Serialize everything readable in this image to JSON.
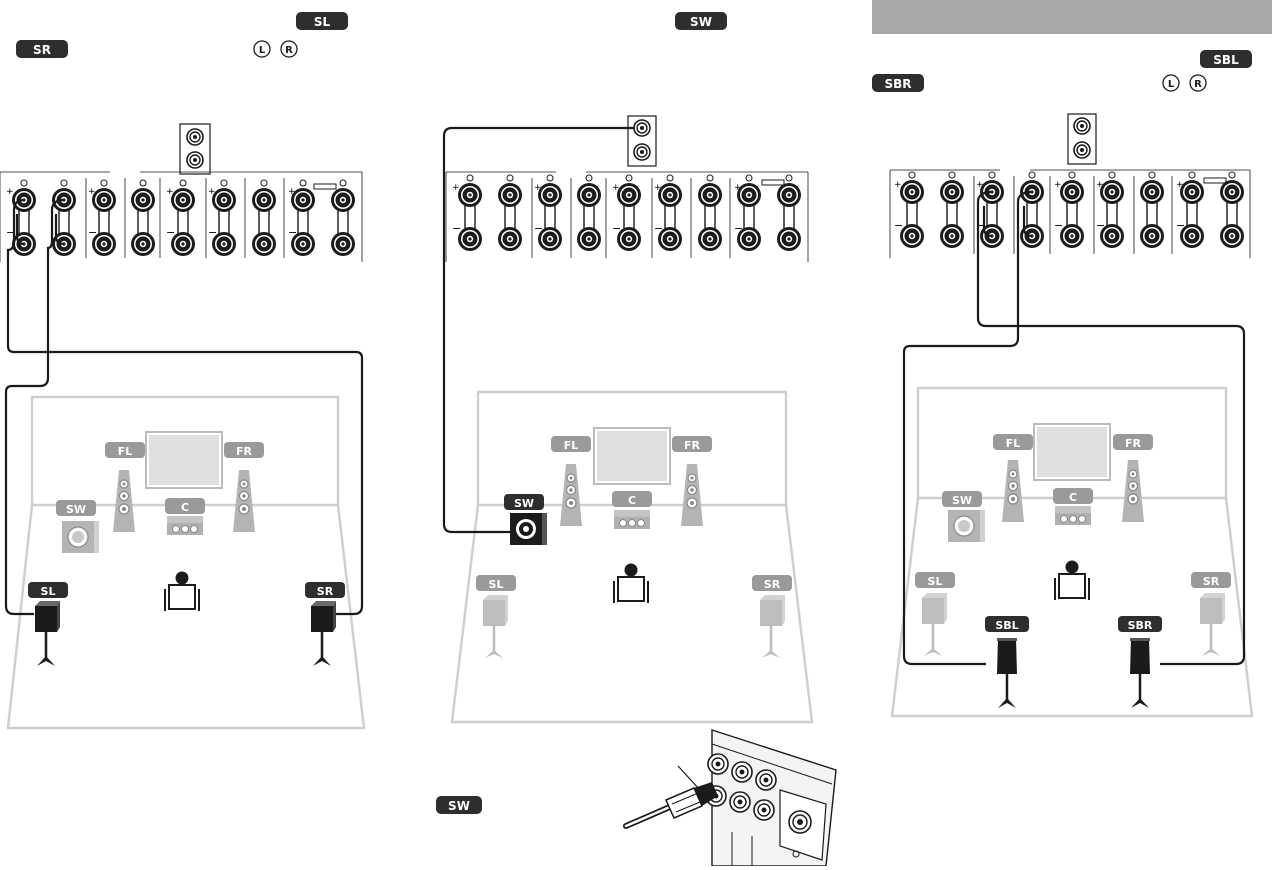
{
  "colors": {
    "badge_dark": "#2e2e2e",
    "badge_gray": "#9a9a9a",
    "room_outline": "#cfcfcf",
    "header_bar": "#a7a7a7",
    "terminal": "#1b1b1b",
    "line": "#1a1a1a"
  },
  "panels": [
    {
      "id": "panel-1",
      "top_badges": [
        "SL",
        "SR"
      ],
      "channel_marks": [
        "L",
        "R"
      ],
      "room_labels": {
        "fl": "FL",
        "fr": "FR",
        "c": "C",
        "sw": "SW",
        "sl": "SL",
        "sr": "SR"
      },
      "active_speakers": [
        "SL",
        "SR"
      ]
    },
    {
      "id": "panel-2",
      "top_badges": [
        "SW"
      ],
      "room_labels": {
        "fl": "FL",
        "fr": "FR",
        "c": "C",
        "sw": "SW",
        "sl": "SL",
        "sr": "SR"
      },
      "active_speakers": [
        "SW"
      ],
      "inset_badge": "SW"
    },
    {
      "id": "panel-3",
      "top_badges": [
        "SBL",
        "SBR"
      ],
      "channel_marks": [
        "L",
        "R"
      ],
      "room_labels": {
        "fl": "FL",
        "fr": "FR",
        "c": "C",
        "sw": "SW",
        "sl": "SL",
        "sr": "SR",
        "sbl": "SBL",
        "sbr": "SBR"
      },
      "active_speakers": [
        "SBL",
        "SBR"
      ]
    }
  ]
}
